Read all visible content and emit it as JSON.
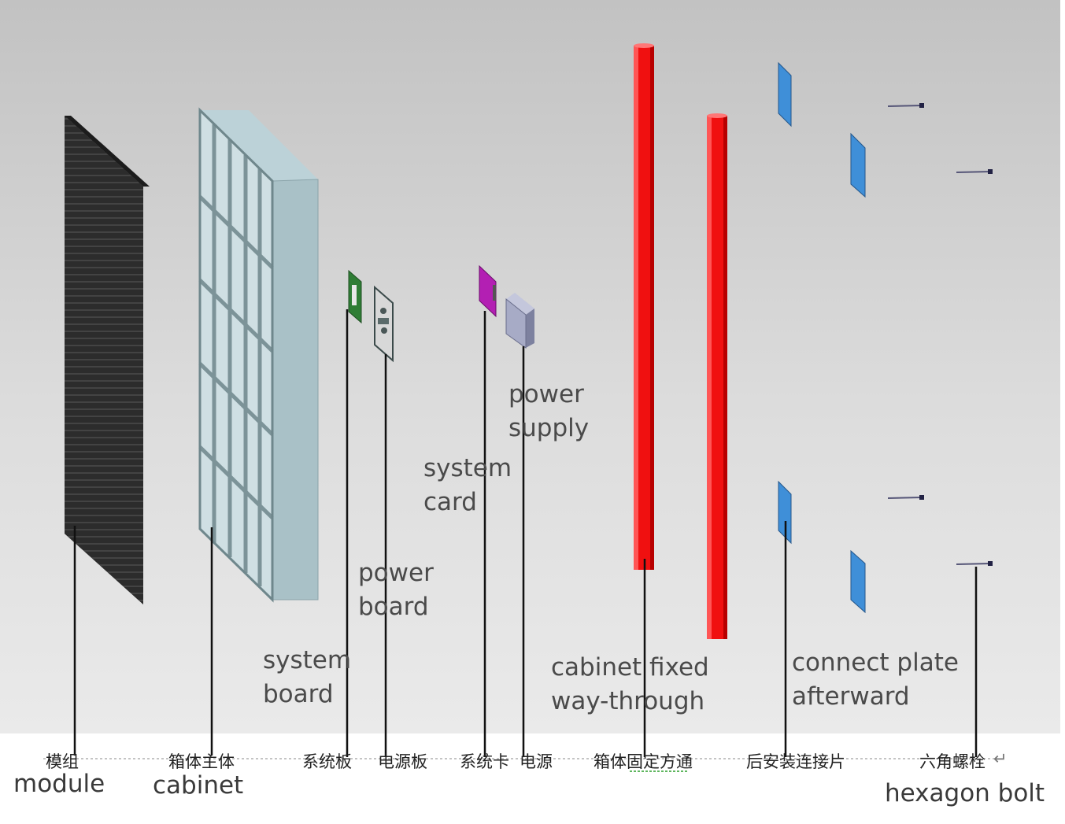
{
  "labels_zh": {
    "module": "模组",
    "cabinet": "箱体主体",
    "system_board": "系统板",
    "power_board": "电源板",
    "system_card": "系统卡",
    "power_supply": "电源",
    "fixed_way_through": "箱体固定方通",
    "connect_plate": "后安装连接片",
    "hexagon_bolt": "六角螺栓",
    "return_mark": "↵"
  },
  "labels_en": {
    "module": "module",
    "cabinet": "cabinet",
    "system_board": "system\nboard",
    "power_board": "power\nboard",
    "system_card": "system\ncard",
    "power_supply": "power\nsupply",
    "fixed_way_through": "cabinet fixed\nway-through",
    "connect_plate": "connect plate\nafterward",
    "hexagon_bolt": "hexagon bolt"
  },
  "colors": {
    "module": "#2b2b2b",
    "cabinet_frame": "#9fb8c0",
    "system_board": "#2e7d32",
    "power_board": "#5a6a6a",
    "system_card": "#b620b6",
    "power_supply": "#9fa3bf",
    "fixed_tube": "#ee1111",
    "connect_plate": "#3f8fd8",
    "bolt": "#444466"
  }
}
